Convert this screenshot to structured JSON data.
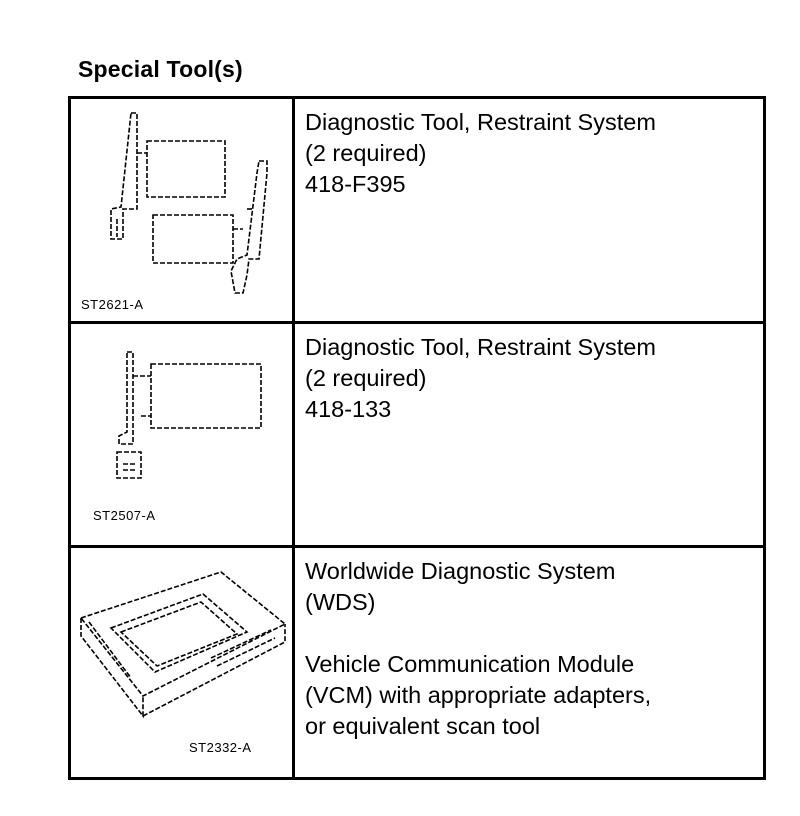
{
  "title": "Special Tool(s)",
  "tools": [
    {
      "code": "ST2621-A",
      "lines": [
        "Diagnostic Tool, Restraint System",
        "(2 required)",
        "418-F395"
      ]
    },
    {
      "code": "ST2507-A",
      "lines": [
        "Diagnostic Tool, Restraint System",
        "(2 required)",
        "418-133"
      ]
    },
    {
      "code": "ST2332-A",
      "lines": [
        "Worldwide Diagnostic System",
        "(WDS)"
      ],
      "lines2": [
        "Vehicle Communication Module",
        "(VCM) with appropriate adapters,",
        "or equivalent scan tool"
      ]
    }
  ]
}
